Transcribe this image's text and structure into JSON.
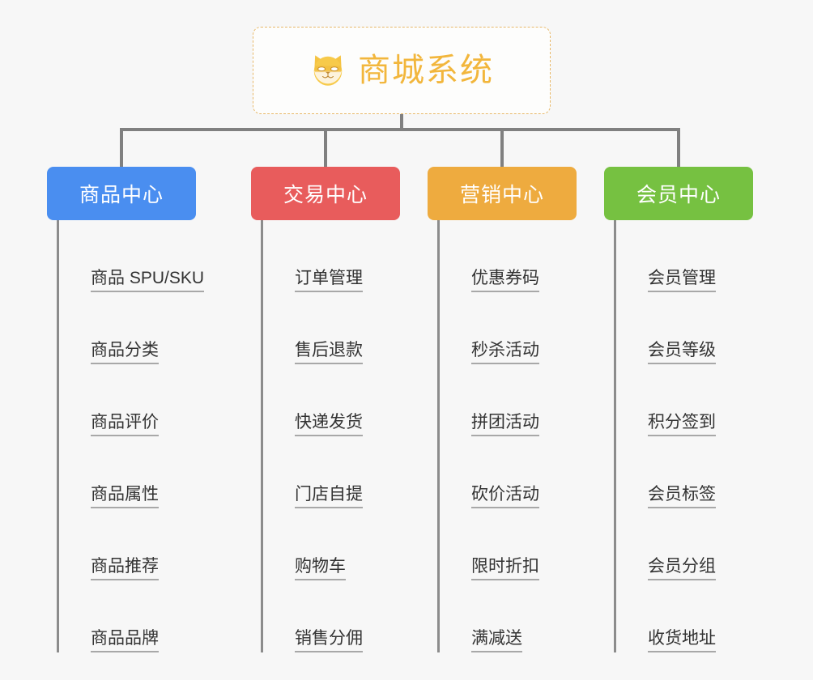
{
  "diagram": {
    "type": "mindmap",
    "background_color": "#f7f7f7",
    "connector_color": "#808080"
  },
  "root": {
    "title": "商城系统",
    "icon": "shiba-dog-face-emoji",
    "text_color": "#f2b63c",
    "border_color": "#e8b96a"
  },
  "categories": [
    {
      "label": "商品中心",
      "color": "#4a8ef0",
      "items": [
        "商品 SPU/SKU",
        "商品分类",
        "商品评价",
        "商品属性",
        "商品推荐",
        "商品品牌"
      ]
    },
    {
      "label": "交易中心",
      "color": "#e85c5c",
      "items": [
        "订单管理",
        "售后退款",
        "快递发货",
        "门店自提",
        "购物车",
        "销售分佣"
      ]
    },
    {
      "label": "营销中心",
      "color": "#eeab3f",
      "items": [
        "优惠券码",
        "秒杀活动",
        "拼团活动",
        "砍价活动",
        "限时折扣",
        "满减送"
      ]
    },
    {
      "label": "会员中心",
      "color": "#76c141",
      "items": [
        "会员管理",
        "会员等级",
        "积分签到",
        "会员标签",
        "会员分组",
        "收货地址"
      ]
    }
  ]
}
